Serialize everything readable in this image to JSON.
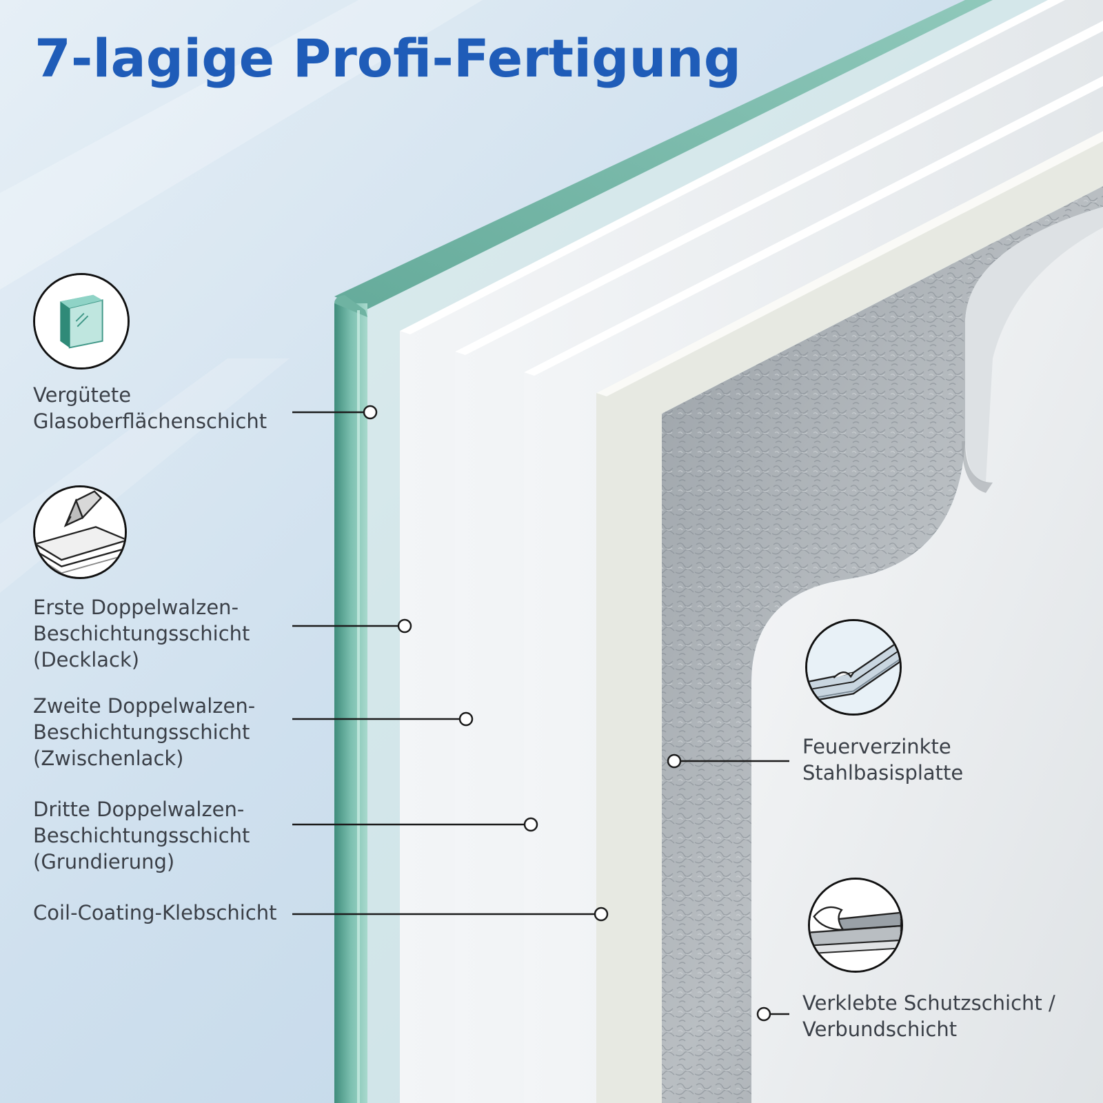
{
  "title": "7-lagige Profi-Fertigung",
  "layers": [
    {
      "lines": [
        "Vergütete",
        "Glasoberflächenschicht"
      ],
      "icon": "glass-pane-icon"
    },
    {
      "lines": [
        "Erste Doppelwalzen-",
        "Beschichtungsschicht",
        "(Decklack)"
      ],
      "icon": "coating-roller-icon"
    },
    {
      "lines": [
        "Zweite Doppelwalzen-",
        "Beschichtungsschicht",
        "(Zwischenlack)"
      ]
    },
    {
      "lines": [
        "Dritte Doppelwalzen-",
        "Beschichtungsschicht",
        "(Grundierung)"
      ]
    },
    {
      "lines": [
        "Coil-Coating-Klebschicht"
      ]
    },
    {
      "lines": [
        "Feuerverzinkte",
        "Stahlbasisplatte"
      ],
      "icon": "steel-plate-icon"
    },
    {
      "lines": [
        "Verklebte Schutzschicht /",
        "Verbundschicht"
      ],
      "icon": "protective-film-icon"
    }
  ],
  "colors": {
    "title": "#1f5cb8",
    "label_text": "#3a3f47",
    "glass_edge": "#4e9a88",
    "steel": "#a9afb4",
    "background": "#cfe0ee"
  }
}
